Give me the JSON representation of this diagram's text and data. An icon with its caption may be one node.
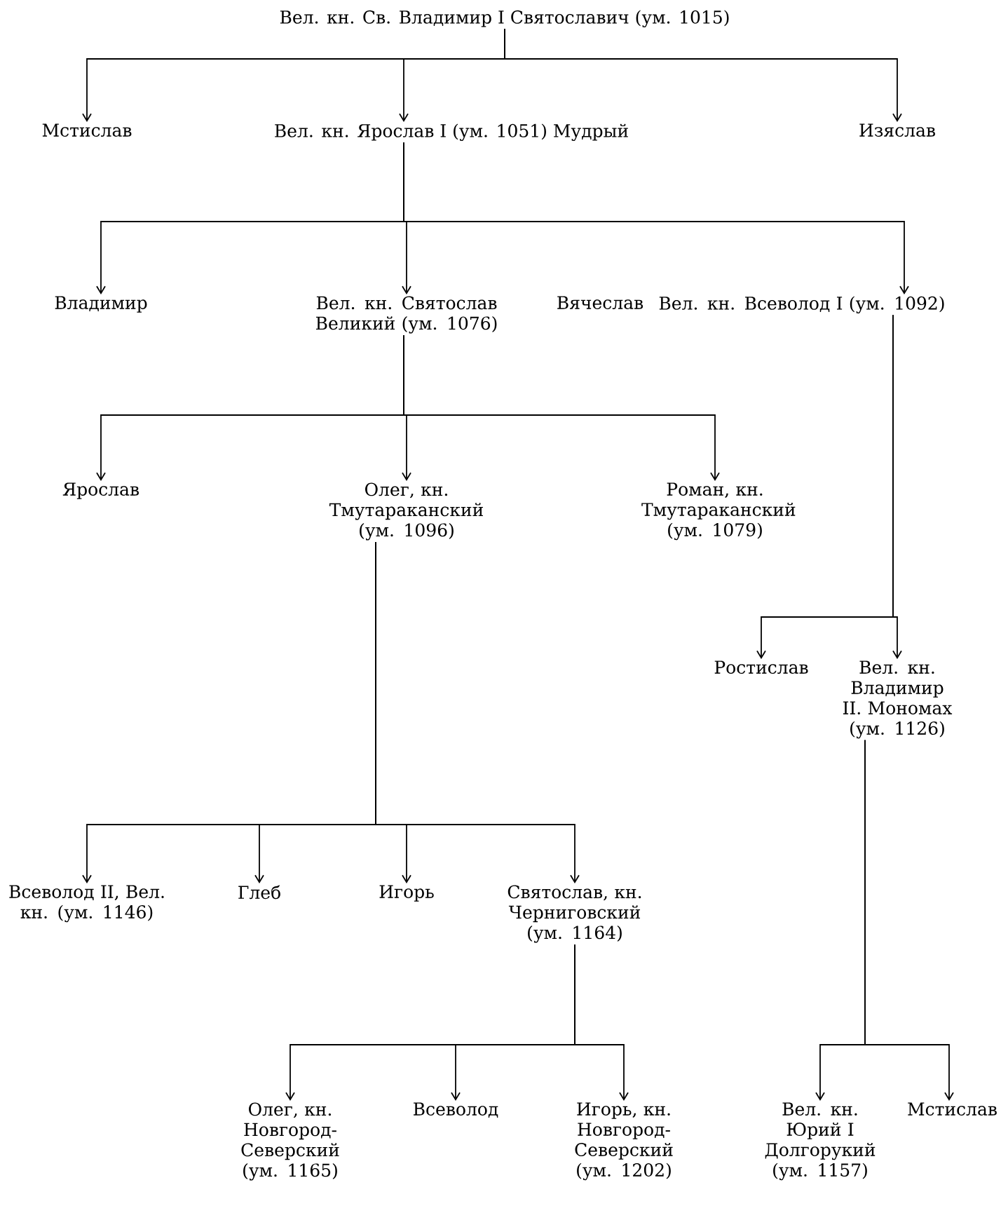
{
  "diagram": {
    "nodes": [
      {
        "text": [
          "Вел. кн. Св. Владимир I Святославич (ум. 1015)"
        ]
      },
      {
        "text": [
          "Мстислав"
        ]
      },
      {
        "text": [
          "Вел. кн. Ярослав I (ум. 1051) Мудрый"
        ]
      },
      {
        "text": [
          "Изяслав"
        ]
      },
      {
        "text": [
          "Владимир"
        ]
      },
      {
        "text": [
          "Вел. кн. Святослав Великий (ум. 1076)"
        ]
      },
      {
        "text": [
          "Вячеслав"
        ]
      },
      {
        "text": [
          "Вел. кн. Всеволод I (ум. 1092)"
        ]
      },
      {
        "text": [
          "Ярослав"
        ]
      },
      {
        "text": [
          "Олег, кн. Тмутараканский (ум. 1096)"
        ]
      },
      {
        "text": [
          "Роман, кн. Тмутараканский (ум. 1079)"
        ]
      },
      {
        "text": [
          "Ростислав"
        ]
      },
      {
        "text": [
          "Вел. кн. Владимир II. Мономах (ум. 1126)"
        ]
      },
      {
        "text": [
          "Всеволод II, Вел. кн. (ум. 1146)"
        ]
      },
      {
        "text": [
          "Глеб"
        ]
      },
      {
        "text": [
          "Игорь"
        ]
      },
      {
        "text": [
          "Святослав, кн. Черниговский (ум. 1164)"
        ]
      },
      {
        "text": [
          "Олег, кн. Новгород-Северский (ум. 1165)"
        ]
      },
      {
        "text": [
          "Всеволод"
        ]
      },
      {
        "text": [
          "Игорь, кн. Новгород-Северский (ум. 1202)"
        ]
      },
      {
        "text": [
          "Вел. кн. Юрий I Долгорукий (ум. 1157)"
        ]
      },
      {
        "text": [
          "Мстислав"
        ]
      }
    ],
    "edges": [
      {
        "from": 0,
        "to": 1,
        "arrow": "to"
      },
      {
        "from": 0,
        "to": 2,
        "arrow": "to"
      },
      {
        "from": 0,
        "to": 3,
        "arrow": "to"
      },
      {
        "from": 2,
        "to": 4,
        "arrow": "to"
      },
      {
        "from": 2,
        "to": 5,
        "arrow": "to"
      },
      {
        "from": 2,
        "to": 7,
        "arrow": "to"
      },
      {
        "from": 5,
        "to": 8,
        "arrow": "to"
      },
      {
        "from": 5,
        "to": 9,
        "arrow": "to"
      },
      {
        "from": 5,
        "to": 10,
        "arrow": "to"
      },
      {
        "from": 7,
        "to": 11,
        "arrow": "to"
      },
      {
        "from": 7,
        "to": 12,
        "arrow": "to"
      },
      {
        "from": 9,
        "to": 13,
        "arrow": "to"
      },
      {
        "from": 9,
        "to": 14,
        "arrow": "to"
      },
      {
        "from": 9,
        "to": 15,
        "arrow": "to"
      },
      {
        "from": 9,
        "to": 16,
        "arrow": "to"
      },
      {
        "from": 16,
        "to": 17,
        "arrow": "to"
      },
      {
        "from": 16,
        "to": 18,
        "arrow": "to"
      },
      {
        "from": 16,
        "to": 19,
        "arrow": "to"
      },
      {
        "from": 12,
        "to": 20,
        "arrow": "to"
      },
      {
        "from": 12,
        "to": 21,
        "arrow": "to"
      }
    ]
  }
}
